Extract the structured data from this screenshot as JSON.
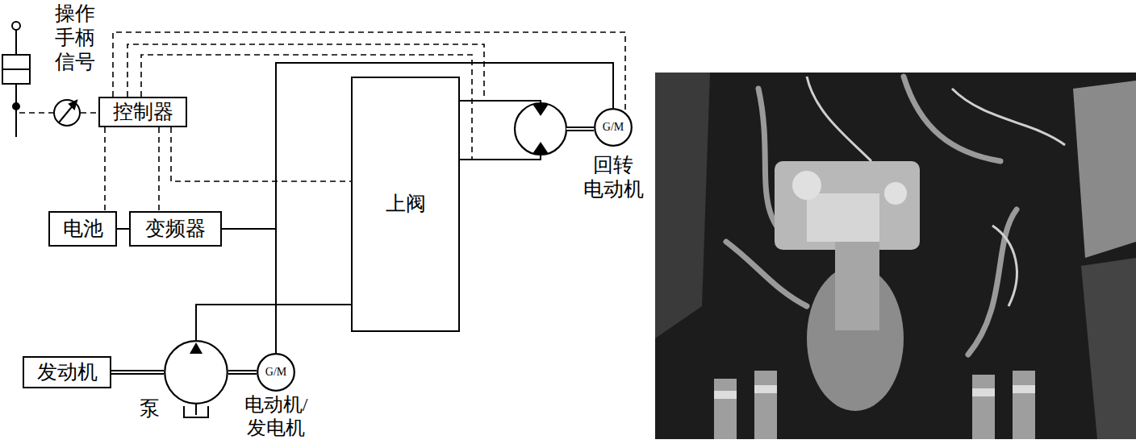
{
  "diagram": {
    "nodes": [
      {
        "text": [
          "控制器"
        ]
      },
      {
        "text": [
          "电池"
        ]
      },
      {
        "text": [
          "变频器"
        ]
      },
      {
        "text": [
          "上阀"
        ]
      },
      {
        "text": [
          "发动机"
        ]
      },
      {
        "text": [
          "泵"
        ]
      },
      {
        "text": [
          "G/M",
          "电动机/ 发电机"
        ]
      },
      {
        "text": [
          "G/M",
          "回转 电动机"
        ]
      }
    ],
    "edges": [
      {
        "from": 1,
        "to": 2,
        "arrow": "none"
      },
      {
        "from": 4,
        "to": 5,
        "arrow": "none"
      },
      {
        "from": 5,
        "to": 6,
        "arrow": "none"
      },
      {
        "from": 2,
        "to": 6,
        "arrow": "none"
      },
      {
        "from": 2,
        "to": 7,
        "arrow": "none"
      },
      {
        "from": 5,
        "to": 3,
        "arrow": "none"
      },
      {
        "from": 0,
        "to": 1,
        "arrow": "none"
      },
      {
        "from": 0,
        "to": 2,
        "arrow": "none"
      },
      {
        "from": 0,
        "to": 3,
        "arrow": "none"
      },
      {
        "from": 0,
        "to": 7,
        "arrow": "none"
      }
    ],
    "labels": [
      "操作 手柄 信号"
    ]
  }
}
